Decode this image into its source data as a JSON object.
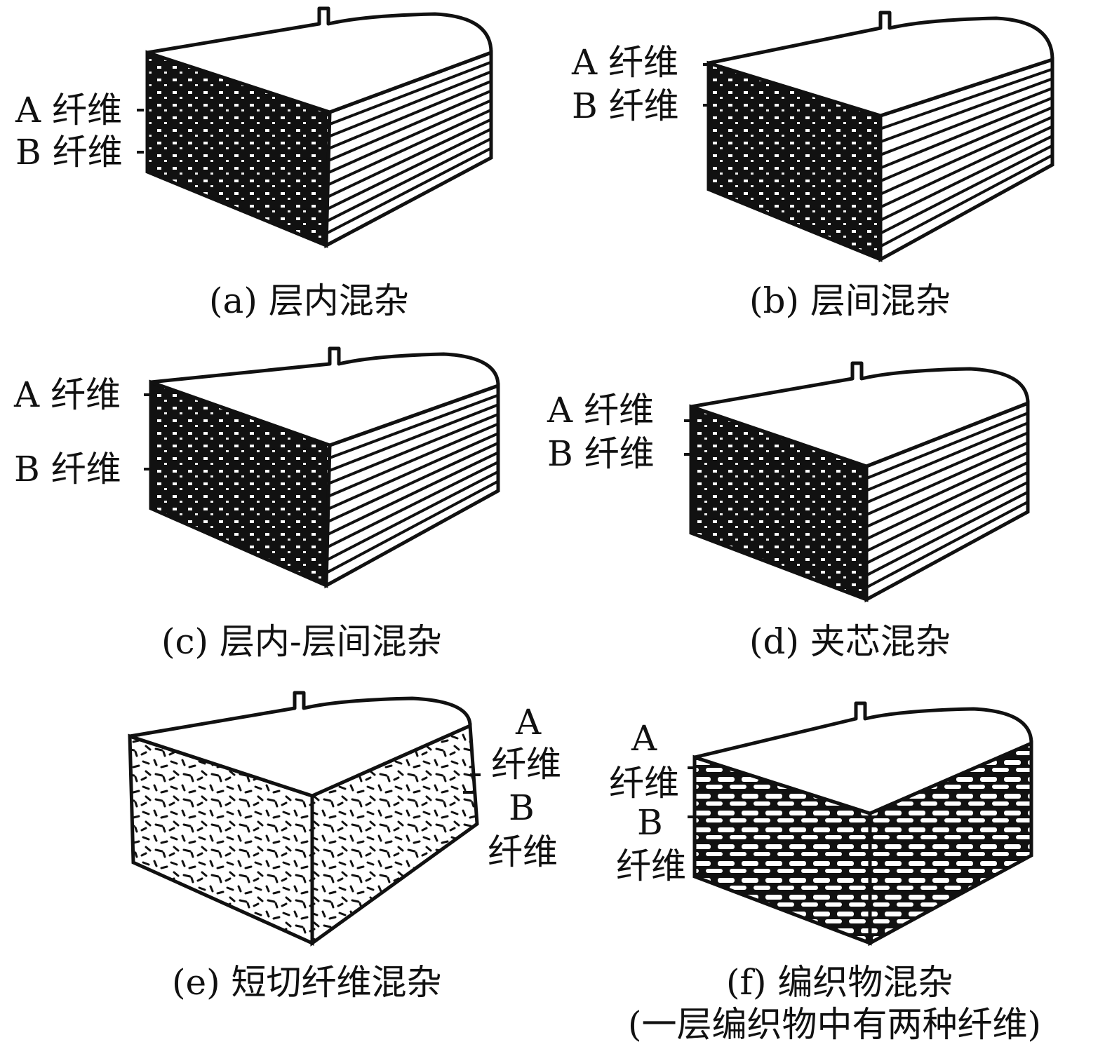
{
  "panels": [
    {
      "id": "a",
      "caption": "(a) 层内混杂",
      "labels": [
        "A 纤维",
        "B 纤维"
      ],
      "pattern": "dots"
    },
    {
      "id": "b",
      "caption": "(b) 层间混杂",
      "labels": [
        "A 纤维",
        "B 纤维"
      ],
      "pattern": "dots"
    },
    {
      "id": "c",
      "caption": "(c) 层内-层间混杂",
      "labels": [
        "A 纤维",
        "B 纤维"
      ],
      "pattern": "dots"
    },
    {
      "id": "d",
      "caption": "(d) 夹芯混杂",
      "labels": [
        "A 纤维",
        "B 纤维"
      ],
      "pattern": "dots"
    },
    {
      "id": "e",
      "caption": "(e) 短切纤维混杂",
      "labels": [
        "A",
        "纤维",
        "B",
        "纤维"
      ],
      "pattern": "chopped"
    },
    {
      "id": "f",
      "caption": "(f) 编织物混杂",
      "caption2": "(一层编织物中有两种纤维)",
      "labels": [
        "A",
        "纤维",
        "B",
        "纤维"
      ],
      "pattern": "woven"
    }
  ]
}
